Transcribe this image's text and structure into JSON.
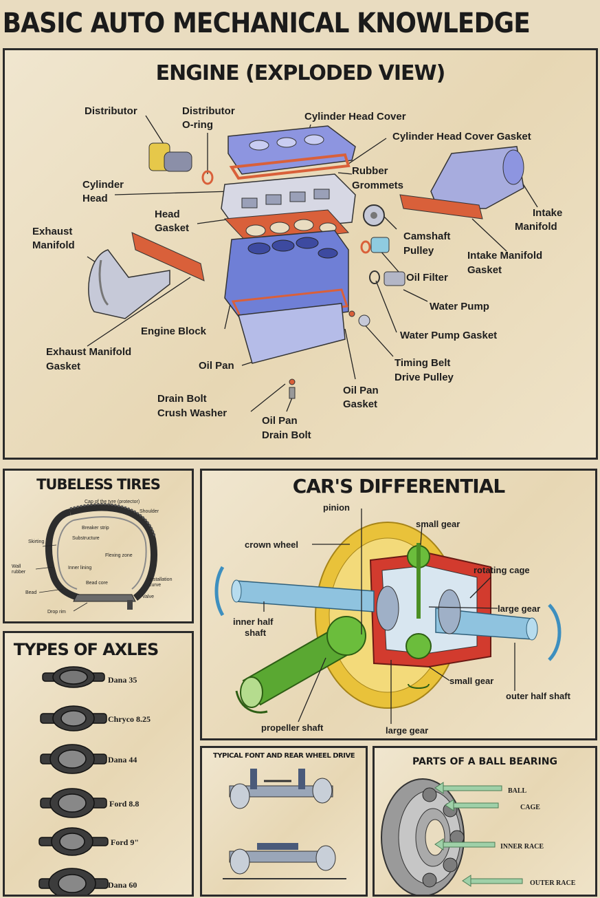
{
  "poster": {
    "title": "BASIC AUTO MECHANICAL KNOWLEDGE"
  },
  "engine": {
    "title": "ENGINE (EXPLODED VIEW)",
    "labels": {
      "distributor": "Distributor",
      "distributor_oring_1": "Distributor",
      "distributor_oring_2": "O-ring",
      "cylinder_head_cover": "Cylinder Head Cover",
      "cylinder_head_cover_gasket": "Cylinder Head Cover Gasket",
      "rubber_grommets_1": "Rubber",
      "rubber_grommets_2": "Grommets",
      "cylinder_head_1": "Cylinder",
      "cylinder_head_2": "Head",
      "head_gasket_1": "Head",
      "head_gasket_2": "Gasket",
      "exhaust_manifold_1": "Exhaust",
      "exhaust_manifold_2": "Manifold",
      "intake_manifold_1": "Intake",
      "intake_manifold_2": "Manifold",
      "camshaft_pulley_1": "Camshaft",
      "camshaft_pulley_2": "Pulley",
      "intake_manifold_gasket_1": "Intake Manifold",
      "intake_manifold_gasket_2": "Gasket",
      "oil_filter": "Oil Filter",
      "water_pump": "Water Pump",
      "water_pump_gasket": "Water Pump Gasket",
      "engine_block": "Engine Block",
      "exhaust_manifold_gasket_1": "Exhaust Manifold",
      "exhaust_manifold_gasket_2": "Gasket",
      "timing_belt_1": "Timing Belt",
      "timing_belt_2": "Drive Pulley",
      "oil_pan": "Oil Pan",
      "oil_pan_gasket_1": "Oil Pan",
      "oil_pan_gasket_2": "Gasket",
      "drain_bolt_washer_1": "Drain Bolt",
      "drain_bolt_washer_2": "Crush Washer",
      "oil_pan_drain_bolt_1": "Oil Pan",
      "oil_pan_drain_bolt_2": "Drain Bolt"
    }
  },
  "tires": {
    "title": "TUBELESS TIRES",
    "labels": {
      "cap": "Cap of the tyre (protector)",
      "shoulder": "Shoulder",
      "breaker": "Breaker strip",
      "substructure": "Substructure",
      "skirting": "Skirting",
      "flexing": "Flexing zone",
      "inner_lining": "Inner lining",
      "wall_rubber": "Wall rubber",
      "bead_core": "Bead core",
      "installation_curve": "Installation curve",
      "bead": "Bead",
      "valve": "Valve",
      "drop_rim": "Drop rim"
    }
  },
  "differential": {
    "title": "CAR'S DIFFERENTIAL",
    "labels": {
      "pinion": "pinion",
      "small_gear_top": "small gear",
      "crown_wheel": "crown wheel",
      "rotating_cage": "rotating cage",
      "large_gear_right": "large gear",
      "inner_half_shaft_1": "inner half",
      "inner_half_shaft_2": "shaft",
      "small_gear_bottom": "small gear",
      "outer_half_shaft": "outer  half shaft",
      "propeller_shaft": "propeller shaft",
      "large_gear_bottom": "large gear"
    }
  },
  "axles": {
    "title": "TYPES OF AXLES",
    "items": [
      "Dana 35",
      "Chryco 8.25",
      "Dana 44",
      "Ford 8.8",
      "Ford 9\"",
      "Dana 60"
    ]
  },
  "drive": {
    "title": "TYPICAL FONT AND REAR WHEEL DRIVE"
  },
  "bearing": {
    "title": "PARTS OF A BALL BEARING",
    "labels": {
      "ball": "BALL",
      "cage": "CAGE",
      "inner_race": "INNER RACE",
      "outer_race": "OUTER RACE"
    }
  },
  "colors": {
    "paper": "#e9dcc0",
    "border": "#2a2a2a",
    "engine_blue": "#6f7fd6",
    "gasket_orange": "#d9603a",
    "gear_yellow": "#e9c23a",
    "gear_green": "#5aa832",
    "cage_red": "#d23b2e",
    "shaft_blue": "#8fc3df"
  }
}
